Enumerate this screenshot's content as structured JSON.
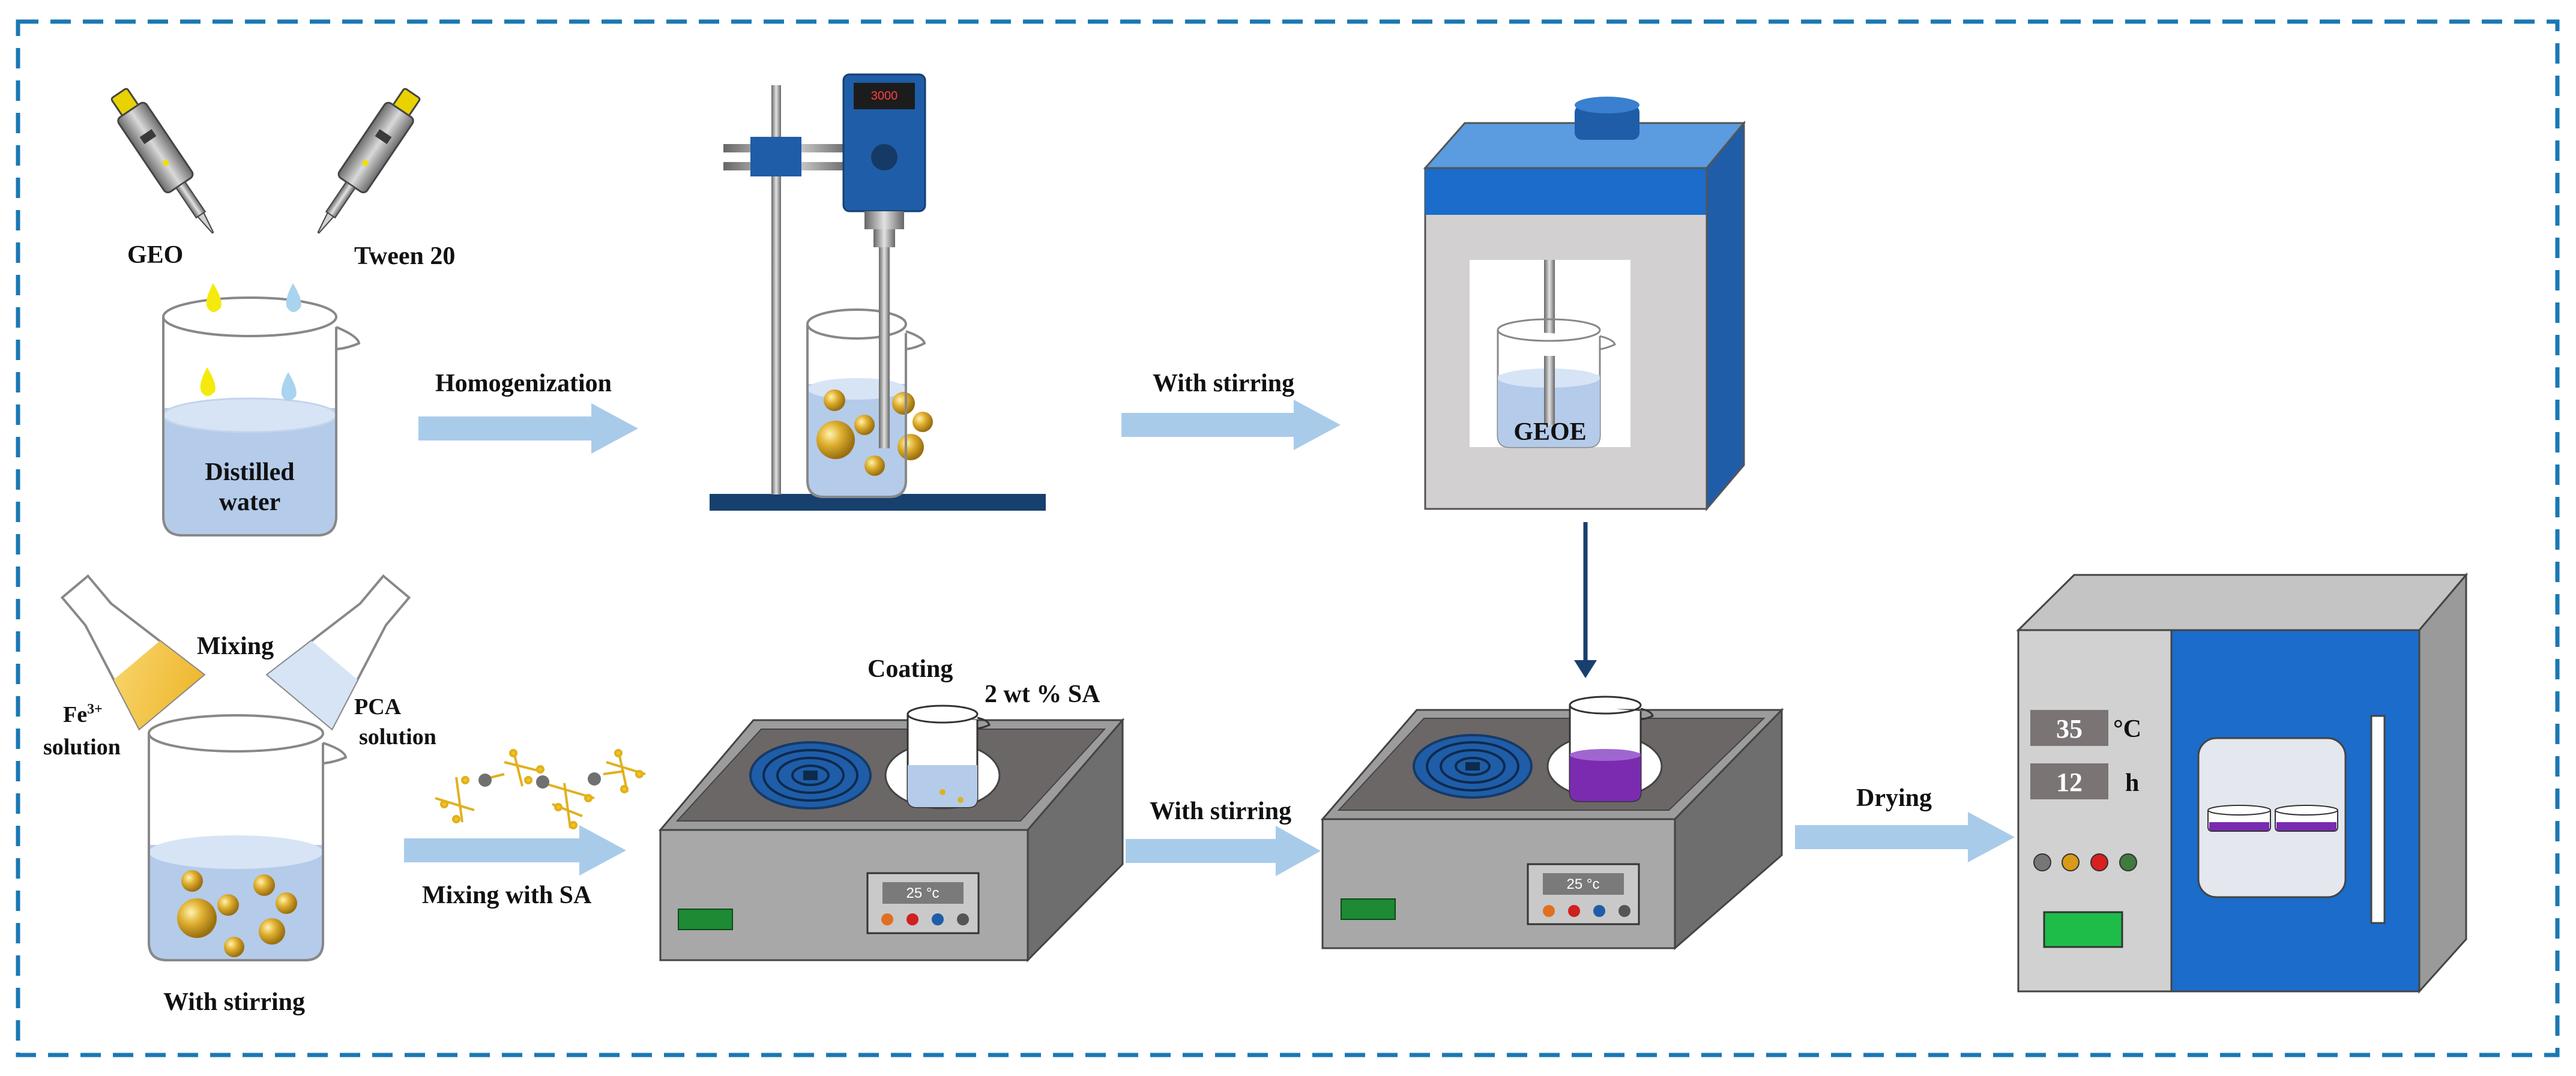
{
  "labels": {
    "geo": "GEO",
    "tween": "Tween 20",
    "distilled_1": "Distilled",
    "distilled_2": "water",
    "homogenization": "Homogenization",
    "with_stirring_top": "With stirring",
    "geoe": "GEOE",
    "homogenizer_display": "3000",
    "mixing": "Mixing",
    "fe_1": "Fe",
    "fe_sup": "3+",
    "fe_2": "solution",
    "pca_1": "PCA",
    "pca_2": "solution",
    "with_stirring_bottom_left": "With stirring",
    "mixing_with_sa": "Mixing with SA",
    "coating": "Coating",
    "sa_concentration": "2 wt % SA",
    "stirrer_temp_1": "25 °c",
    "with_stirring_middle": "With stirring",
    "stirrer_temp_2": "25 °c",
    "drying": "Drying",
    "oven_temp": "35",
    "oven_temp_unit": "°C",
    "oven_time": "12",
    "oven_time_unit": "h"
  },
  "colors": {
    "frame_border": "#1a78b4",
    "arrow": "#a9cbea",
    "water": "#b4cbea",
    "droplet_yellow": "#f5ea0c",
    "droplet_blue": "#a8d4ef",
    "sphere_gold": "#d7a320",
    "device_blue": "#1f5da8",
    "stirrer_body": "#8a8a8a",
    "purple_film": "#7a2bb0",
    "oven_blue": "#1b6ccb"
  }
}
